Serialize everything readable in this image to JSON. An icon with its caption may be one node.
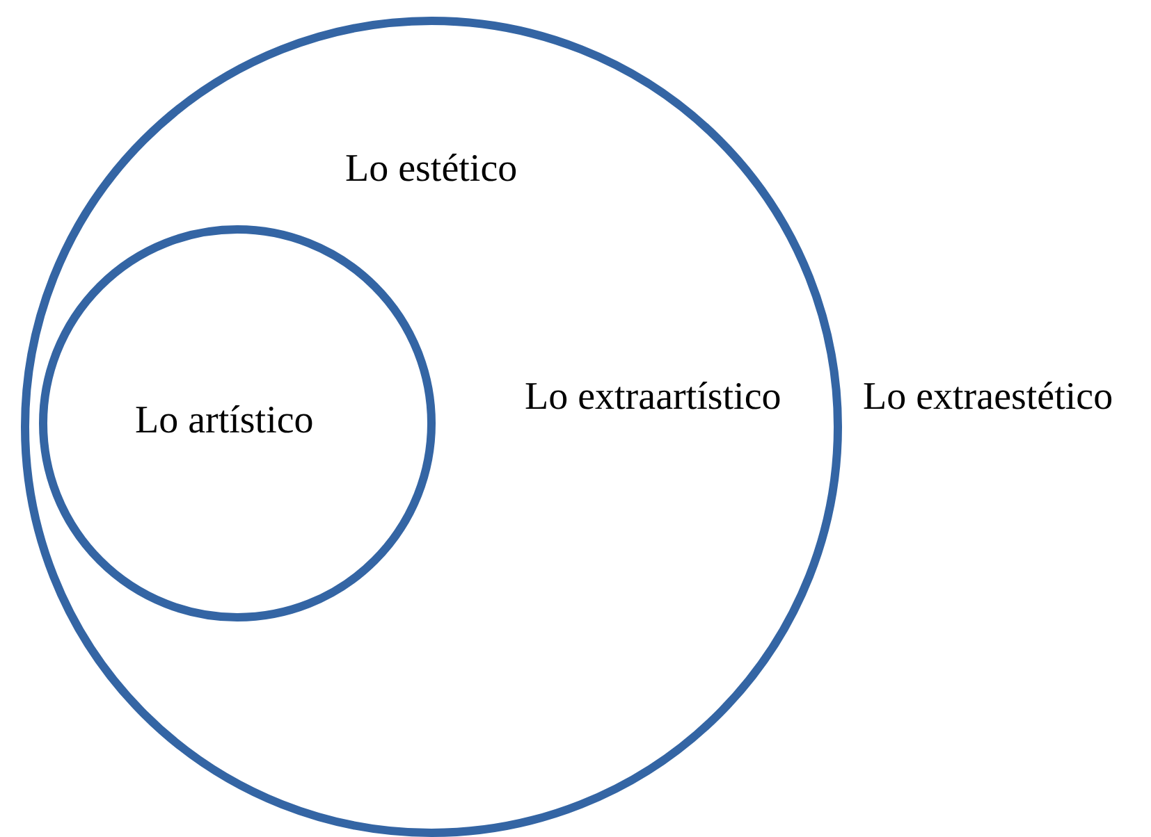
{
  "diagram": {
    "nodes": [
      {
        "text": [
          "Lo estético",
          "Lo extraartístico"
        ]
      },
      {
        "text": [
          "Lo artístico"
        ],
        "in": 0
      }
    ],
    "labels": [
      "Lo extraestético"
    ]
  }
}
